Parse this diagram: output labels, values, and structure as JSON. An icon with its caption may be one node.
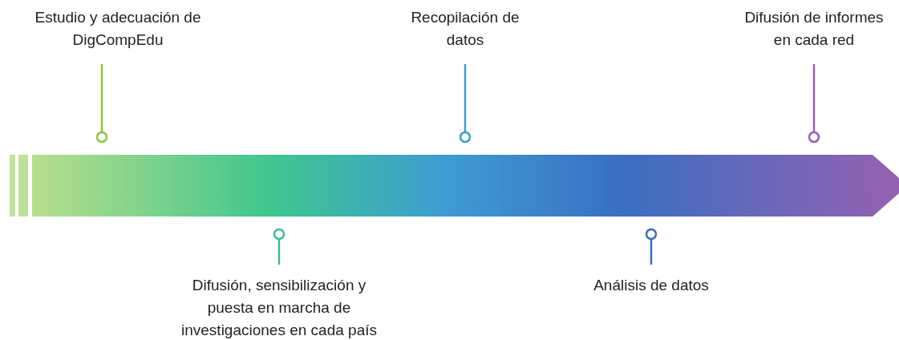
{
  "diagram": {
    "nodes": [
      {
        "text": [
          "Estudio y adecuación de DigCompEdu"
        ]
      },
      {
        "text": [
          "Difusión, sensibilización y puesta en marcha de investigaciones en cada país"
        ]
      },
      {
        "text": [
          "Recopilación de datos"
        ]
      },
      {
        "text": [
          "Análisis de datos"
        ]
      },
      {
        "text": [
          "Difusión de informes en cada red"
        ]
      },
      {
        "text": [],
        "shape": "circle"
      },
      {
        "text": [],
        "shape": "circle"
      },
      {
        "text": [],
        "shape": "circle"
      },
      {
        "text": [],
        "shape": "circle"
      },
      {
        "text": [],
        "shape": "circle"
      }
    ],
    "edges": [
      {
        "from": 0,
        "to": 5,
        "arrow": "none",
        "color": "#8cc63f"
      },
      {
        "from": 1,
        "to": 6,
        "arrow": "none",
        "color": "#3ebf8e"
      },
      {
        "from": 2,
        "to": 7,
        "arrow": "none",
        "color": "#3c9bd3"
      },
      {
        "from": 3,
        "to": 8,
        "arrow": "none",
        "color": "#3a6cbf"
      },
      {
        "from": 4,
        "to": 9,
        "arrow": "none",
        "color": "#9a5cb4"
      }
    ]
  }
}
